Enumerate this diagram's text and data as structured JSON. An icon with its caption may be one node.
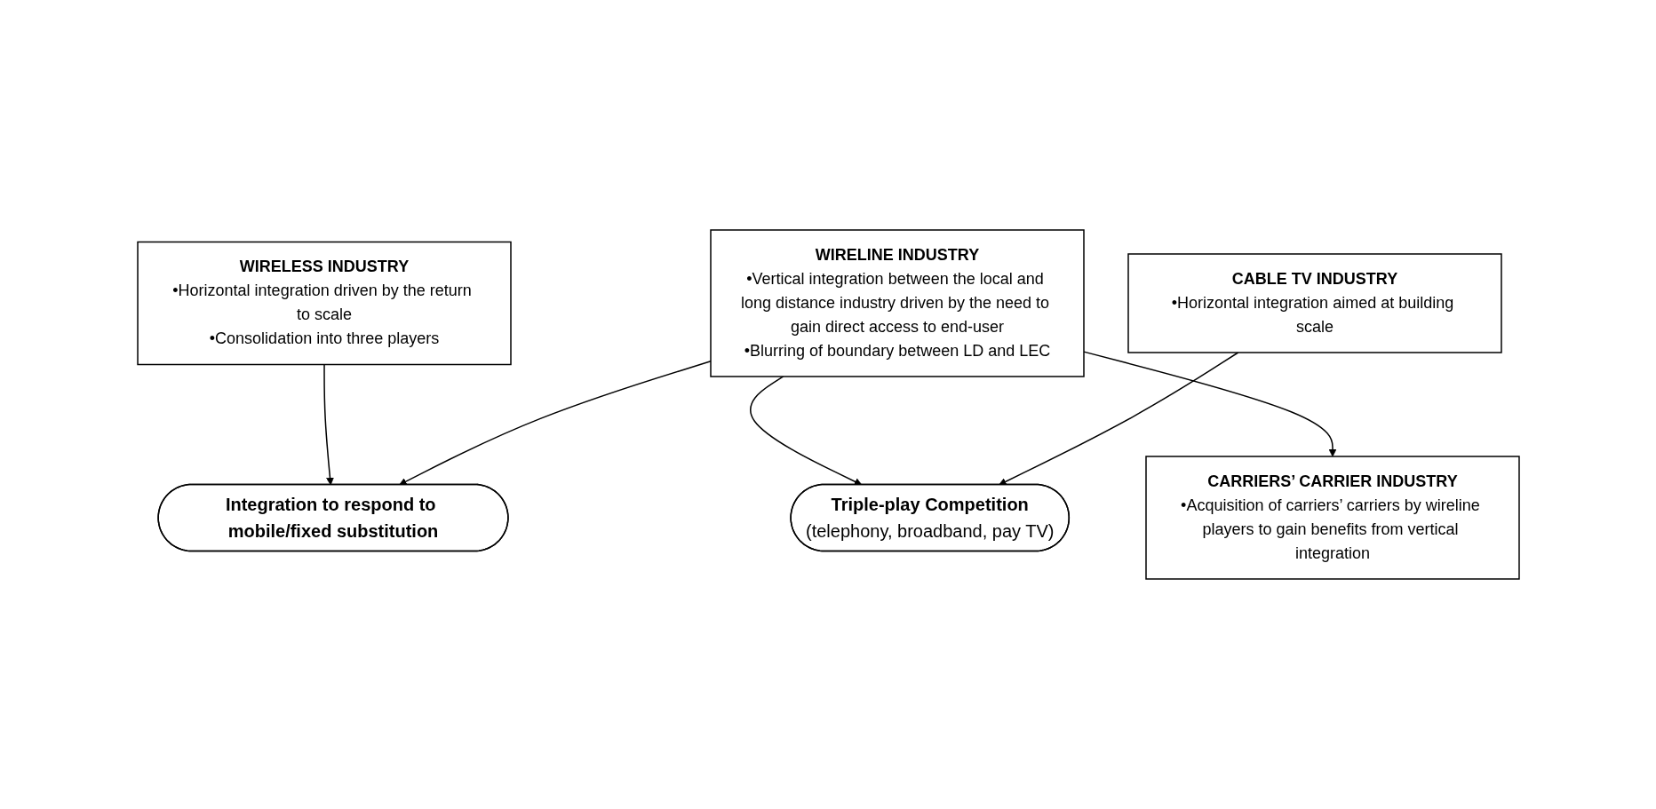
{
  "diagram": {
    "nodes": [
      {
        "text": [
          "WIRELESS INDUSTRY",
          "•Horizontal integration driven by the return to scale",
          "•Consolidation into three players"
        ]
      },
      {
        "text": [
          "Integration to respond to mobile/fixed substitution"
        ]
      },
      {
        "text": [
          "WIRELINE INDUSTRY",
          "•Vertical integration between the local and long distance industry driven by the need to gain direct access to end-user",
          "•Blurring of boundary between LD and LEC"
        ]
      },
      {
        "text": [
          "Triple-play Competition",
          "(telephony, broadband, pay TV)"
        ]
      },
      {
        "text": [
          "CABLE TV INDUSTRY",
          "•Horizontal integration aimed at building scale"
        ]
      },
      {
        "text": [
          "CARRIERS’ CARRIER INDUSTRY",
          "•Acquisition of carriers’ carriers by wireline players to gain benefits from vertical integration"
        ]
      }
    ],
    "edges": [
      {
        "from": 0,
        "to": 1,
        "arrow": "to"
      },
      {
        "from": 2,
        "to": 1,
        "arrow": "to"
      },
      {
        "from": 2,
        "to": 3,
        "arrow": "to"
      },
      {
        "from": 4,
        "to": 3,
        "arrow": "to"
      },
      {
        "from": 2,
        "to": 5,
        "arrow": "to"
      }
    ]
  }
}
